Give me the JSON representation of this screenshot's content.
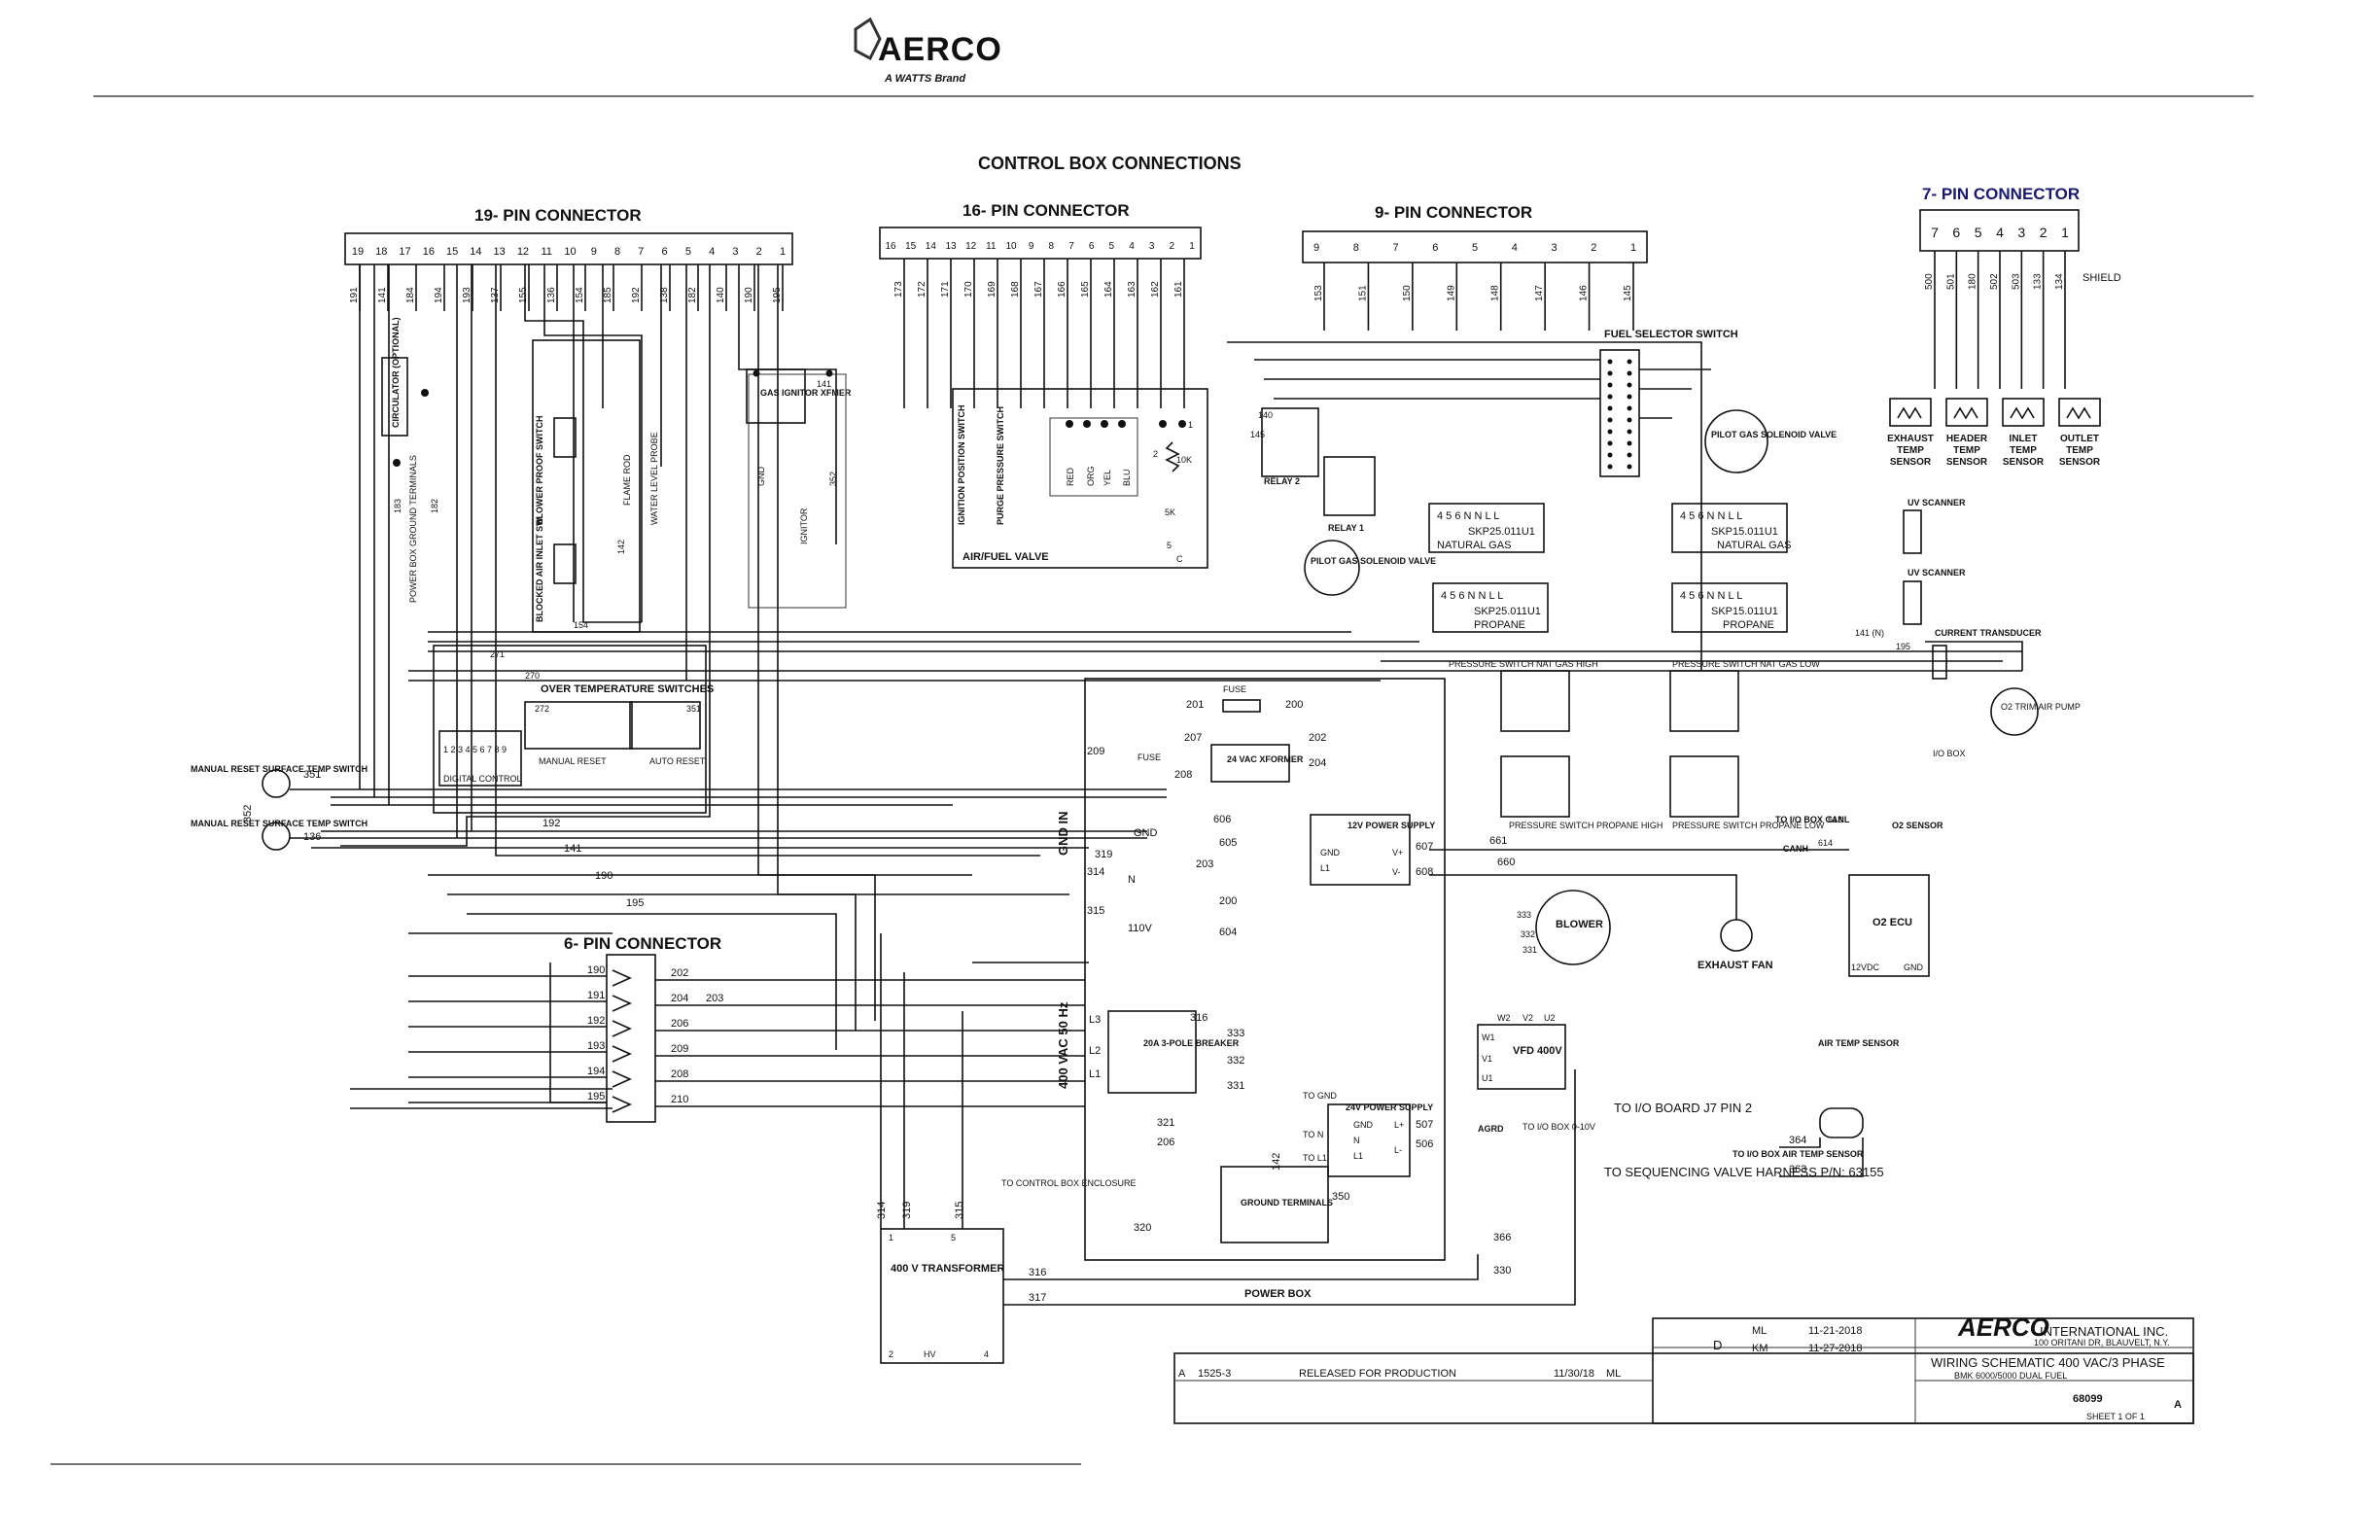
{
  "brand": {
    "name": "AERCO",
    "sub": "A WATTS Brand"
  },
  "title": "CONTROL BOX CONNECTIONS",
  "connectors": {
    "c19": {
      "title": "19- PIN CONNECTOR",
      "pins": [
        "19",
        "18",
        "17",
        "16",
        "15",
        "14",
        "13",
        "12",
        "11",
        "10",
        "9",
        "8",
        "7",
        "6",
        "5",
        "4",
        "3",
        "2",
        "1"
      ],
      "wires": [
        "191",
        "141",
        "184",
        "194",
        "193",
        "137",
        "155",
        "136",
        "154",
        "185",
        "192",
        "138",
        "182",
        "140",
        "190",
        "195"
      ]
    },
    "c16": {
      "title": "16- PIN CONNECTOR",
      "pins": [
        "16",
        "15",
        "14",
        "13",
        "12",
        "11",
        "10",
        "9",
        "8",
        "7",
        "6",
        "5",
        "4",
        "3",
        "2",
        "1"
      ],
      "wires": [
        "173",
        "172",
        "171",
        "170",
        "169",
        "168",
        "167",
        "166",
        "165",
        "164",
        "163",
        "162",
        "161"
      ]
    },
    "c9": {
      "title": "9- PIN CONNECTOR",
      "pins": [
        "9",
        "8",
        "7",
        "6",
        "5",
        "4",
        "3",
        "2",
        "1"
      ],
      "wires": [
        "153",
        "151",
        "150",
        "149",
        "148",
        "147",
        "146",
        "145"
      ]
    },
    "c7": {
      "title": "7- PIN CONNECTOR",
      "pins": [
        "7",
        "6",
        "5",
        "4",
        "3",
        "2",
        "1"
      ],
      "shield": "SHIELD",
      "wires": [
        "500",
        "501",
        "180",
        "502",
        "503",
        "133",
        "134"
      ]
    },
    "c6": {
      "title": "6- PIN CONNECTOR",
      "in": [
        "190",
        "191",
        "192",
        "193",
        "194",
        "195"
      ],
      "out": [
        "202",
        "204",
        "206",
        "209",
        "208",
        "210"
      ],
      "extra": "203"
    }
  },
  "sensors": [
    "EXHAUST TEMP SENSOR",
    "HEADER TEMP SENSOR",
    "INLET TEMP SENSOR",
    "OUTLET TEMP SENSOR"
  ],
  "components": {
    "circulator": "CIRCULATOR (OPTIONAL)",
    "power_box_gnd": "POWER BOX GROUND TERMINALS",
    "blower_proof": "BLOWER PROOF SWITCH",
    "blocked_inlet": "BLOCKED AIR INLET SW.",
    "flame_rod": "FLAME ROD",
    "water_level": "WATER LEVEL PROBE",
    "gas_ignitor": "GAS IGNITOR XFMER",
    "ignitor": "IGNITOR",
    "air_fuel_valve": "AIR/FUEL VALVE",
    "ignition_switch": "IGNITION POSITION SWITCH",
    "purge_switch": "PURGE PRESSURE SWITCH",
    "fuel_selector": "FUEL SELECTOR SWITCH",
    "relay2": "RELAY 2",
    "relay1": "RELAY 1",
    "pilot_gas_valve": "PILOT GAS SOLENOID VALVE",
    "skp25_ng": "SKP25.011U1",
    "skp15_ng": "SKP15.011U1",
    "skp25_p": "SKP25.011U1",
    "skp15_p": "SKP15.011U1",
    "natural_gas": "NATURAL GAS",
    "propane": "PROPANE",
    "uv_scanner": "UV SCANNER",
    "current_transducer": "CURRENT TRANSDUCER",
    "o2_trim": "O2 TRIM AIR PUMP",
    "io_box": "I/O BOX",
    "over_temp": "OVER TEMPERATURE SWITCHES",
    "manual_reset": "MANUAL RESET",
    "auto_reset": "AUTO RESET",
    "digital_control": "DIGITAL CONTROL",
    "manual_reset_surface_1": "MANUAL RESET SURFACE TEMP SWITCH",
    "manual_reset_surface_2": "MANUAL RESET SURFACE TEMP SWITCH",
    "fuse": "FUSE",
    "xformer_24": "24 VAC XFORMER",
    "ps12": "12V POWER SUPPLY",
    "ps24": "24V POWER SUPPLY",
    "blower": "BLOWER",
    "exhaust_fan": "EXHAUST FAN",
    "o2_ecu": "O2 ECU",
    "o2_sensor": "O2 SENSOR",
    "vfd": "VFD 400V",
    "breaker": "20A 3-POLE BREAKER",
    "supply": "400 VAC 50 Hz",
    "transformer": "400 V TRANSFORMER",
    "power_box": "POWER BOX",
    "ground_terminals": "GROUND TERMINALS",
    "to_control_box": "TO CONTROL BOX ENCLOSURE",
    "to_io_board": "TO I/O BOARD J7 PIN 2",
    "to_sequencing": "TO SEQUENCING VALVE HARNESS P/N: 63155",
    "air_temp": "AIR TEMP SENSOR",
    "to_io_box_air": "TO I/O BOX AIR TEMP SENSOR",
    "to_io_canl": "TO I/O BOX CANL",
    "canh": "CANH",
    "agrd": "AGRD",
    "to_io_box_010": "TO I/O BOX 0-10V",
    "gnd_in": "GND IN",
    "ps_in": "PRESSURE SWITCH NAT GAS HIGH",
    "ps_nl": "PRESSURE SWITCH NAT GAS LOW",
    "ps_ph": "PRESSURE SWITCH PROPANE HIGH",
    "ps_pl": "PRESSURE SWITCH PROPANE LOW"
  },
  "titleblock": {
    "company": "INTERNATIONAL INC.",
    "address": "100 ORITANI DR, BLAUVELT, N.Y.",
    "drawing_title": "WIRING SCHEMATIC 400 VAC/3 PHASE",
    "subtitle": "BMK 6000/5000 DUAL FUEL",
    "dwg_no": "68099",
    "rev": "A",
    "sheet": "SHEET 1 OF 1",
    "drawn_by": "ML",
    "drawn_date": "11-21-2018",
    "checked_by": "KM",
    "checked_date": "11-27-2018",
    "size": "D",
    "rev_row": {
      "ltr": "A",
      "eco": "1525-3",
      "desc": "RELEASED FOR PRODUCTION",
      "date": "11/30/18",
      "by": "ML"
    }
  },
  "wire_labels": {
    "w271": "271",
    "w270": "270",
    "w272": "272",
    "w351": "351",
    "w352": "352",
    "w136": "136",
    "w141": "141",
    "w192": "192",
    "w190": "190",
    "w195": "195",
    "w201": "201",
    "w200": "200",
    "w207": "207",
    "w202": "202",
    "w209": "209",
    "w208": "208",
    "w204": "204",
    "w606": "606",
    "w605": "605",
    "w203": "203",
    "w314": "314",
    "w319": "319",
    "w315": "315",
    "w604": "604",
    "w316": "316",
    "w333": "333",
    "w332": "332",
    "w331": "331",
    "w321": "321",
    "w206": "206",
    "w320": "320",
    "w317": "317",
    "w330": "330",
    "w366": "366",
    "w350": "350",
    "w142": "142",
    "w661": "661",
    "w660": "660",
    "w607": "607",
    "w608": "608",
    "w613": "613",
    "w614": "614",
    "w364": "364",
    "w363": "363",
    "w507": "507",
    "w506": "506",
    "w183": "183",
    "w182": "182"
  }
}
